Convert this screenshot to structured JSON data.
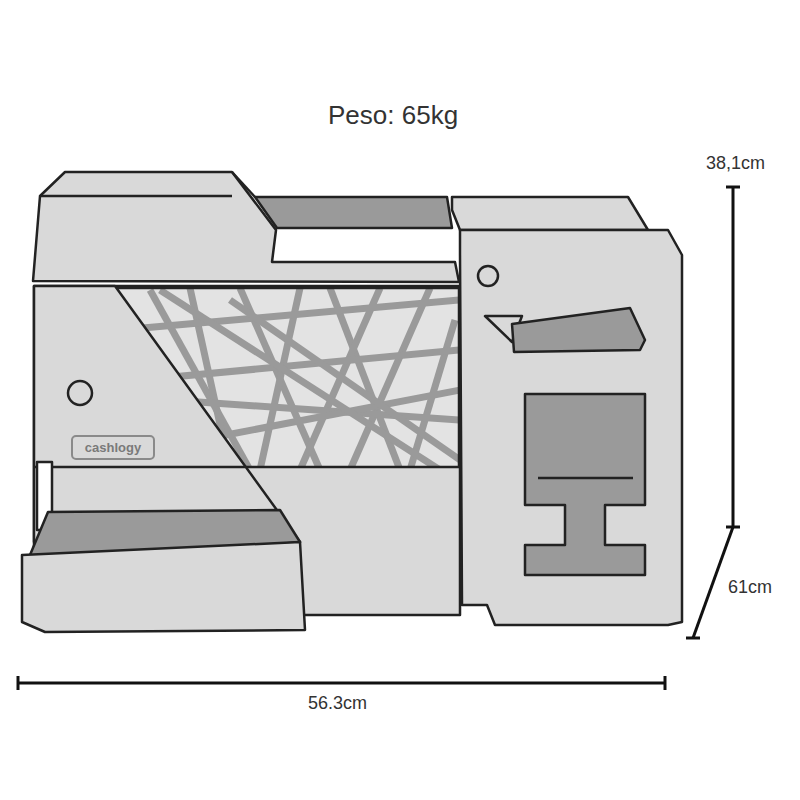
{
  "diagram": {
    "title": "Peso: 65kg",
    "nodes": [
      {
        "text": [
          "cashlogy"
        ]
      }
    ],
    "labels": [
      "38,1cm",
      "61cm",
      "56.3cm"
    ]
  }
}
